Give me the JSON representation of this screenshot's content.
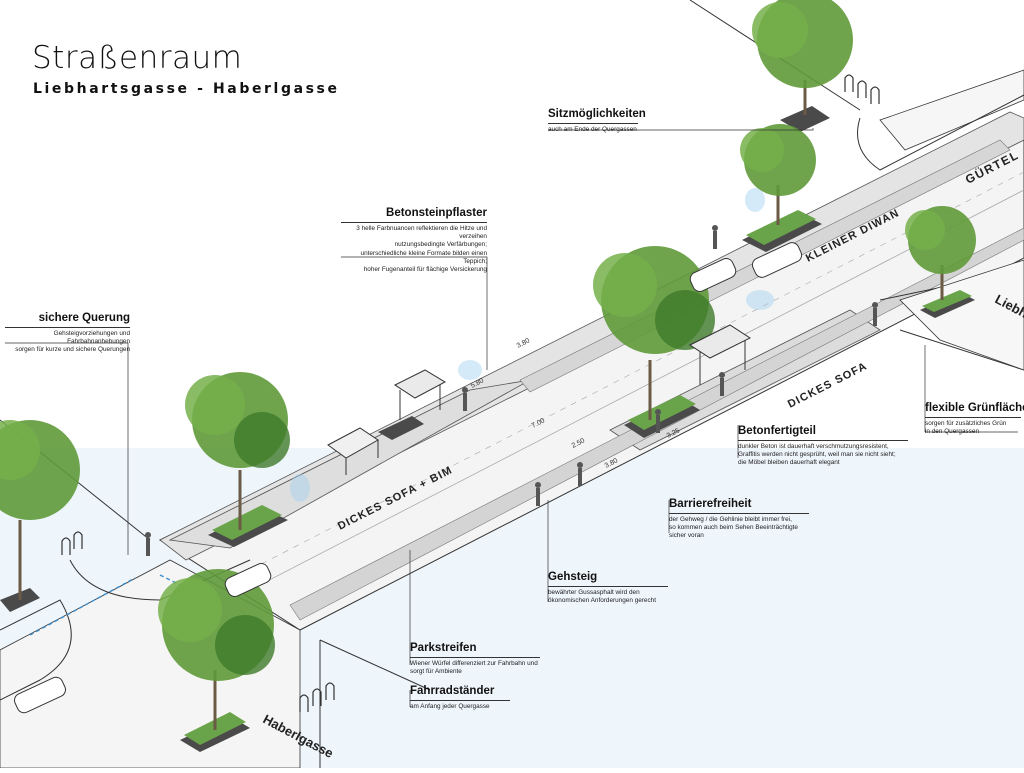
{
  "title": "Straßenraum",
  "subtitle": "Liebhartsgasse - Haberlgasse",
  "annotations": {
    "sitz": {
      "heading": "Sitzmöglichkeiten",
      "text": "auch am Ende der Quergassen"
    },
    "beton_pflaster": {
      "heading": "Betonsteinpflaster",
      "lines": [
        "3 helle Farbnuancen reflektieren die Hitze und verzeihen",
        "nutzungsbedingte Verfärbungen;",
        "unterschiedliche kleine Formate bilden einen Teppich;",
        "hoher Fugenanteil für flächige Versickerung"
      ]
    },
    "querung": {
      "heading": "sichere Querung",
      "lines": [
        "Gehsteigvorziehungen und Fahrbahnanhebungen",
        "sorgen für kurze und sichere Querungen"
      ]
    },
    "fertigteil": {
      "heading": "Betonfertigteil",
      "lines": [
        "dunkler Beton ist dauerhaft verschmutzungsresistent,",
        "Graffitis werden nicht gesprüht, weil man sie nicht sieht;",
        "die Möbel bleiben dauerhaft elegant"
      ]
    },
    "gruen": {
      "heading": "flexible Grünflächen",
      "lines": [
        "sorgen für zusätzliches Grün",
        "in den Quergassen"
      ]
    },
    "barriere": {
      "heading": "Barrierefreiheit",
      "lines": [
        "der Gehweg / die Gehlinie bleibt immer frei,",
        "so kommen auch beim Sehen Beeinträchtigte",
        "sicher voran"
      ]
    },
    "gehsteig": {
      "heading": "Gehsteig",
      "lines": [
        "bewährter Gussasphalt wird den",
        "ökonomischen Anforderungen gerecht"
      ]
    },
    "park": {
      "heading": "Parkstreifen",
      "lines": [
        "Wiener Würfel differenziert zur Fahrbahn und",
        "sorgt für Ambiente"
      ]
    },
    "rad": {
      "heading": "Fahrradständer",
      "text": "am Anfang jeder Quergasse"
    }
  },
  "street_labels": {
    "guertel": "GÜRTEL",
    "kleiner_diwan": "KLEINER DIWAN",
    "dickes_sofa": "DICKES SOFA",
    "dickes_sofa_bim": "DICKES SOFA + BIM",
    "haberlgasse": "Haberlgasse",
    "liebh": "Liebh"
  },
  "dimensions": {
    "d1": "3.80",
    "d2": "5.80",
    "d3": "7.00",
    "d4": "2.50",
    "d5": "3.25",
    "d6": "3.80"
  },
  "colors": {
    "tree": "#5f9a3a",
    "tree_dark": "#3f7a2a",
    "planter": "#4a4a4a",
    "paving": "#dcdcdc",
    "road": "#f2f2f2",
    "sky_tint": "#eef5fb"
  }
}
